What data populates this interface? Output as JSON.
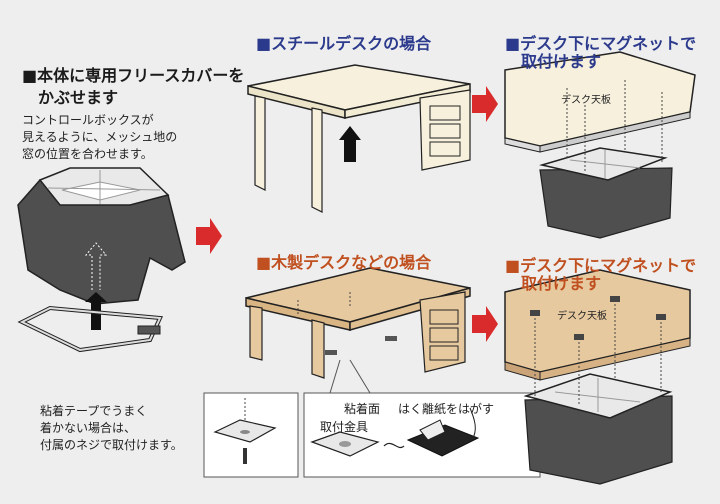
{
  "left": {
    "title_line1": "■本体に専用フリースカバーを",
    "title_line2": "かぶせます",
    "desc_line1": "コントロールボックスが",
    "desc_line2": "見えるように、メッシュ地の",
    "desc_line3": "窓の位置を合わせます。",
    "note_line1": "粘着テープでうまく",
    "note_line2": "着かない場合は、",
    "note_line3": "付属のネジで取付けます。"
  },
  "steel": {
    "title": "■スチールデスクの場合"
  },
  "steel_mount": {
    "title_line1": "■デスク下にマグネットで",
    "title_line2": "取付けます",
    "board_label": "デスク天板"
  },
  "wood": {
    "title": "■木製デスクなどの場合",
    "adhesive_label": "粘着面",
    "peel_label": "はく離紙をはがす",
    "bracket_label": "取付金具"
  },
  "wood_mount": {
    "title_line1": "■デスク下にマグネットで",
    "title_line2": "取付けます",
    "board_label": "デスク天板"
  },
  "colors": {
    "arrow_red": "#d92b2b",
    "heading_blue": "#2b3a8c",
    "heading_orange": "#c0501f",
    "cover_gray": "#555555",
    "steel_desk": "#f6f0dc",
    "wood_desk": "#e7c9a0"
  }
}
